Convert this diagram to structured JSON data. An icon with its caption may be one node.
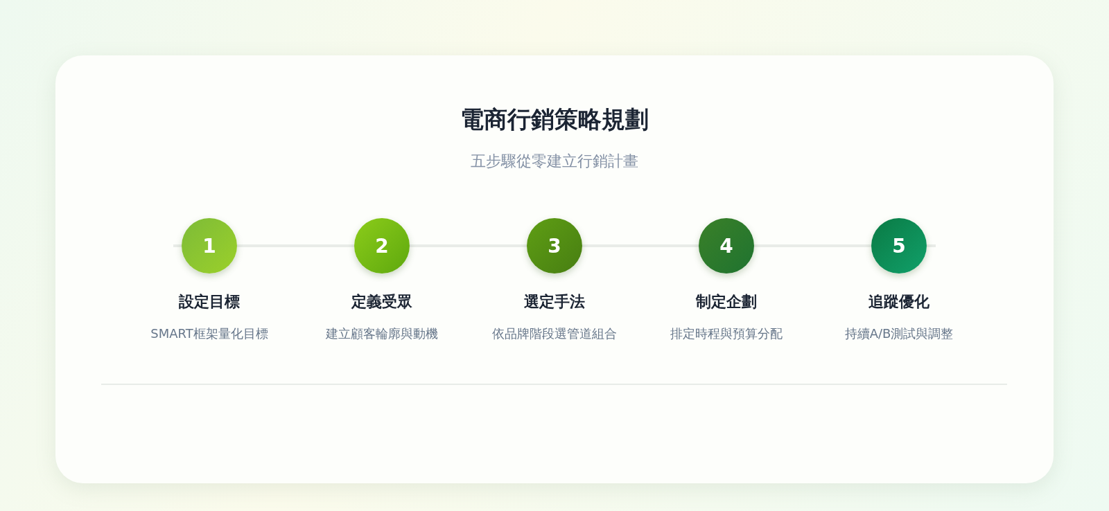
{
  "diagram": {
    "title": "電商行銷策略規劃",
    "nodes": [
      {
        "text": [
          "1"
        ],
        "beside": [
          "設定目標",
          "SMART框架量化目標"
        ]
      },
      {
        "text": [
          "2"
        ],
        "beside": [
          "定義受眾",
          "建立顧客輪廓與動機"
        ]
      },
      {
        "text": [
          "3"
        ],
        "beside": [
          "選定手法",
          "依品牌階段選管道組合"
        ]
      },
      {
        "text": [
          "4"
        ],
        "beside": [
          "制定企劃",
          "排定時程與預算分配"
        ]
      },
      {
        "text": [
          "5"
        ],
        "beside": [
          "追蹤優化",
          "持續A/B測試與調整"
        ]
      }
    ],
    "edges": [
      {
        "from": 0,
        "to": 1,
        "arrow": "none"
      },
      {
        "from": 1,
        "to": 2,
        "arrow": "none"
      },
      {
        "from": 2,
        "to": 3,
        "arrow": "none"
      },
      {
        "from": 3,
        "to": 4,
        "arrow": "none"
      }
    ],
    "labels": [
      "五步驟從零建立行銷計畫"
    ]
  }
}
